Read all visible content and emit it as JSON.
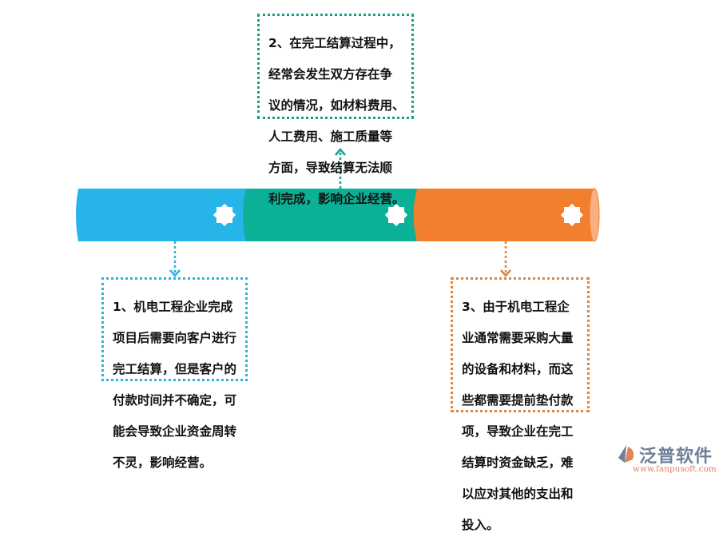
{
  "colors": {
    "blue": "#27b4e9",
    "green": "#0bb196",
    "orange": "#f27f2d",
    "orange_end": "#f8b083"
  },
  "boxes": {
    "top": {
      "lines": [
        "2、在完工结算过程中，",
        "经常会发生双方存在争",
        "议的情况，如材料费用、",
        "人工费用、施工质量等",
        "方面，导致结算无法顺",
        "利完成，影响企业经营。"
      ]
    },
    "left": {
      "lines": [
        "1、机电工程企业完成",
        "项目后需要向客户进行",
        "完工结算，但是客户的",
        "付款时间并不确定，可",
        "能会导致企业资金周转",
        "不灵，影响经营。"
      ]
    },
    "right": {
      "lines": [
        "3、由于机电工程企",
        "业通常需要采购大量",
        "的设备和材料，而这",
        "些都需要提前垫付款",
        "项，导致企业在完工",
        "结算时资金缺乏，难",
        "以应对其他的支出和",
        "投入。"
      ]
    }
  },
  "logo": {
    "name": "泛普软件",
    "url": "www.fanpusoft.com"
  }
}
